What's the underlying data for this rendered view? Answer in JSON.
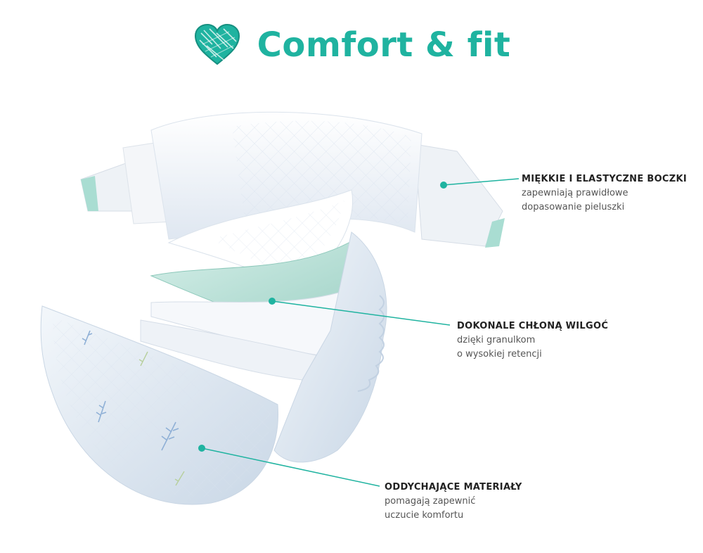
{
  "header": {
    "title": "Comfort & fit",
    "icon": "heart-icon",
    "accent": "#1fb3a0"
  },
  "callouts": [
    {
      "heading": "MIĘKKIE I ELASTYCZNE BOCZKI",
      "line1": "zapewniają prawidłowe",
      "line2": "dopasowanie pieluszki"
    },
    {
      "heading": "DOKONALE CHŁONĄ WILGOĆ",
      "line1": "dzięki granulkom",
      "line2": "o wysokiej retencji"
    },
    {
      "heading": "ODDYCHAJĄCE MATERIAŁY",
      "line1": "pomagają zapewnić",
      "line2": "uczucie komfortu"
    }
  ],
  "colors": {
    "accent": "#1fb3a0",
    "heading": "#222222",
    "text": "#555555",
    "absorbent_layer": "#bfe3da"
  }
}
